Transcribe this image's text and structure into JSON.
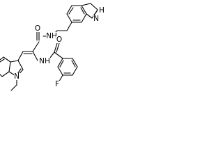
{
  "molecule": {
    "atoms": {
      "indole_nh": "N",
      "indole_h": "H",
      "amide1_o": "O",
      "amide1_nh": "NH",
      "amide2_nh": "NH",
      "amide2_o": "O",
      "ethylindole_n": "N",
      "fluorine": "F"
    }
  },
  "colors": {
    "bond": "#000000",
    "label": "#000000",
    "background": "#ffffff"
  }
}
